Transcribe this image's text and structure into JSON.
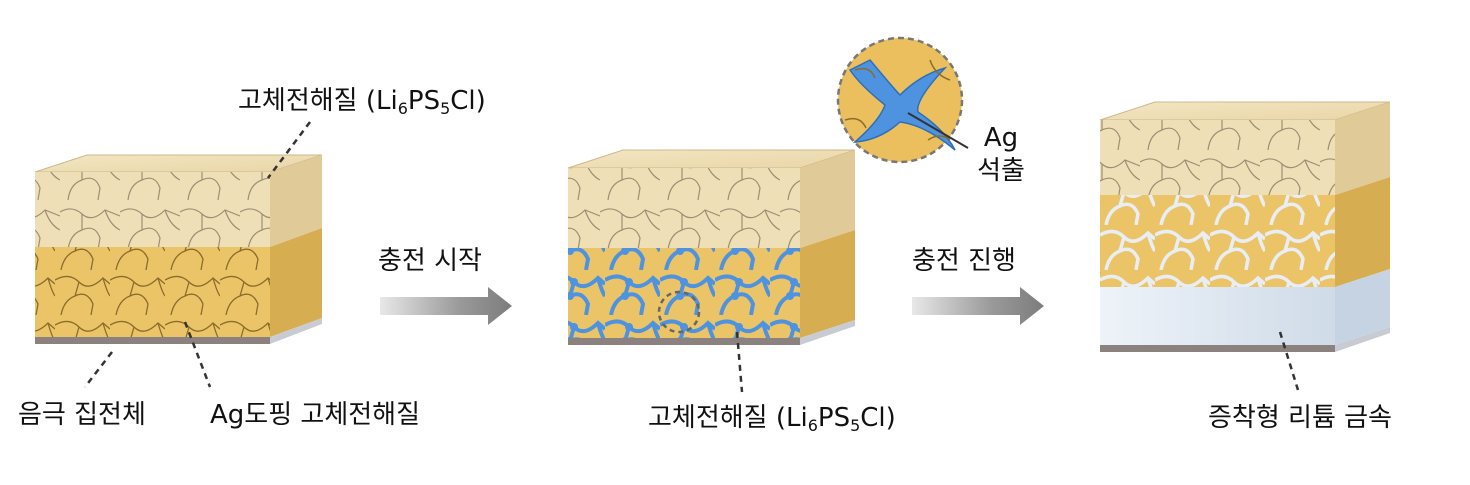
{
  "labels": {
    "electrolyte_top": {
      "text": "고체전해질 (Li",
      "sub1": "6",
      "mid": "PS",
      "sub2": "5",
      "tail": "Cl)"
    },
    "electrolyte_mid": {
      "text": "고체전해질 (Li",
      "sub1": "6",
      "mid": "PS",
      "sub2": "5",
      "tail": "Cl)"
    },
    "current_collector": "음극 집전체",
    "ag_doped": "Ag도핑 고체전해질",
    "arrow1": "충전 시작",
    "arrow2": "충전 진행",
    "ag_line1": "Ag",
    "ag_line2": "석출",
    "lithium": "증착형 리튬 금속"
  },
  "colors": {
    "top_layer": "#efdfb6",
    "mid_layer": "#ebc468",
    "silver": "#5aa3e8",
    "lithium_metal": "#dfe8f2",
    "collector": "#8b817e",
    "arrow": "#8d8d8d"
  }
}
